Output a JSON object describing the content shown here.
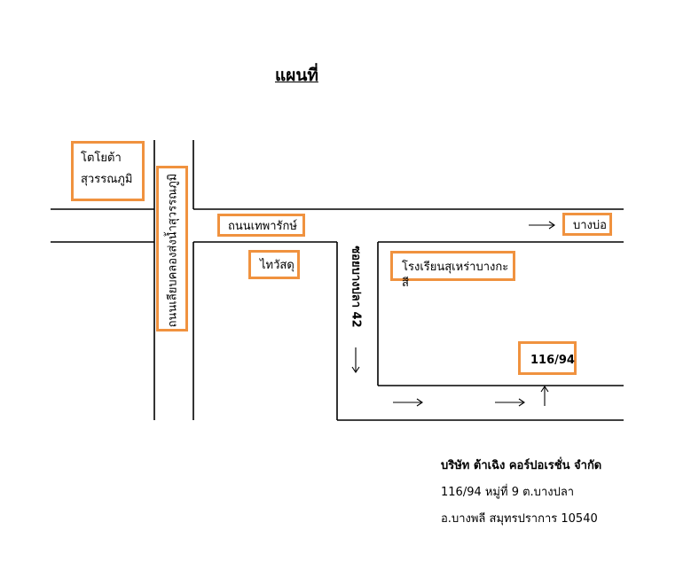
{
  "title": "แผนที่",
  "landmarks": {
    "toyota": [
      "โตโยต้า",
      "สุวรรณภูมิ"
    ],
    "thepharak_road": "ถนนเทพารักษ์",
    "bang_bo": "บางบ่อ",
    "wat": "ไทวัสดุ",
    "school": "โรงเรียนสุเหร่าบางกะสี",
    "address_marker": "116/94",
    "side_road": "ถนนเลียบคลองส่งน้ำสุวรรณภูมิ",
    "soi": "ซอยบางปลา 42"
  },
  "company": {
    "name": "บริษัท ต้าเฉิง คอร์ปอเรชั่น จำกัด",
    "address_line1": "116/94  หมู่ที่ 9  ต.บางปลา",
    "address_line2": "อ.บางพลี  สมุทรปราการ 10540"
  },
  "colors": {
    "box_border": "#f0923f",
    "line": "#000000"
  }
}
